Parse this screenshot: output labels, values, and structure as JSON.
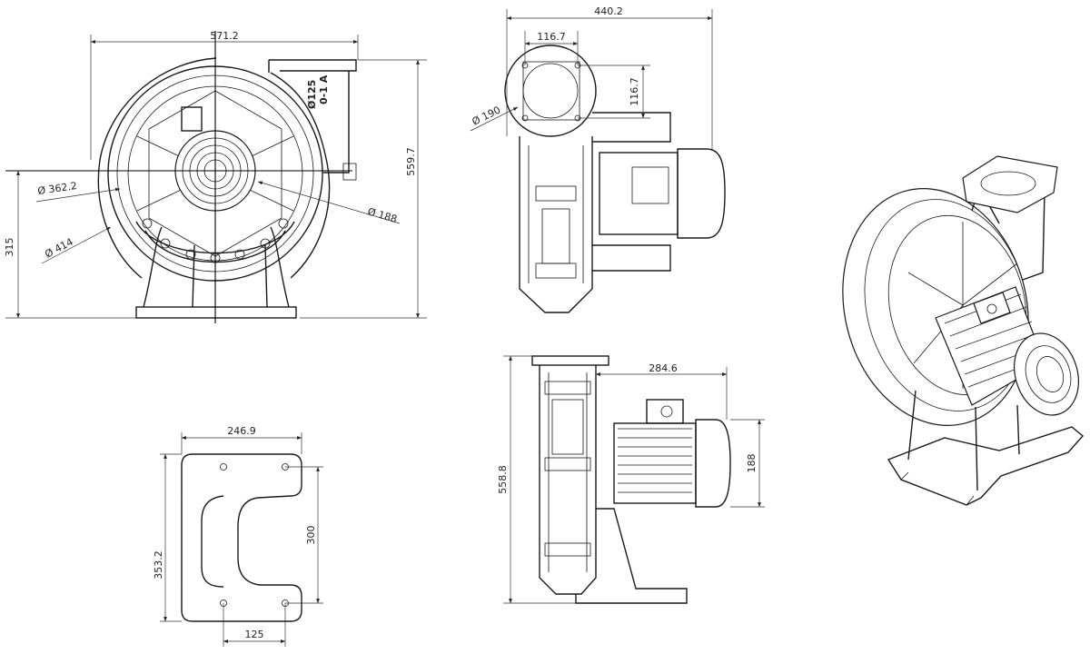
{
  "drawing": {
    "front_view": {
      "width": "571.2",
      "height": "559.7",
      "center_height": "315",
      "dia_inner": "Ø 362.2",
      "dia_outer": "Ø 414",
      "dia_hub": "Ø 188",
      "outlet_label": "Ø125",
      "outlet_note": "0-1 A"
    },
    "side_view": {
      "total_depth": "440.2",
      "flange_width": "116.7",
      "flange_height": "116.7",
      "flange_dia": "Ø 190"
    },
    "base_plate": {
      "width": "246.9",
      "height": "353.2",
      "hole_spacing_y": "300",
      "hole_spacing_x": "125"
    },
    "rear_view": {
      "motor_length": "284.6",
      "height": "558.8",
      "motor_height": "188"
    }
  }
}
